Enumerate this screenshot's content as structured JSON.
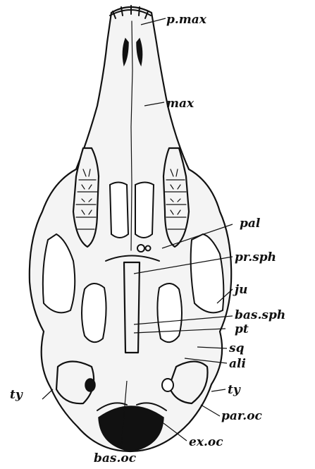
{
  "labels": {
    "p_max": "p.max",
    "max": "max",
    "pal": "pal",
    "pr_sph": "pr.sph",
    "ju": "ju",
    "bas_sph": "bas.sph",
    "pt": "pt",
    "sq": "sq",
    "ali": "ali",
    "ty_left": "ty",
    "ty_right": "ty",
    "par_oc": "par.oc",
    "ex_oc": "ex.oc",
    "bas_oc": "bas.oc"
  }
}
